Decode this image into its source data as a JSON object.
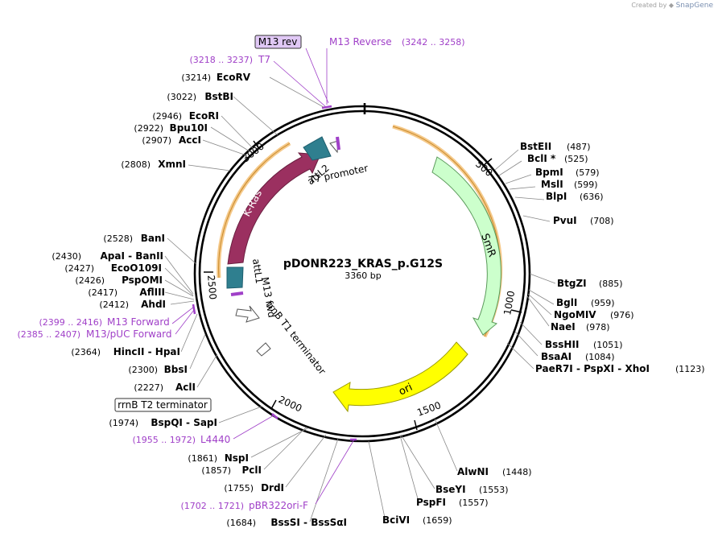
{
  "credit": {
    "prefix": "Created by",
    "brand": "SnapGene"
  },
  "plasmid": {
    "name": "pDONR223_KRAS_p.G12S",
    "length_label": "3360 bp",
    "length": 3360
  },
  "ticks": [
    {
      "bp": 500,
      "label": "500"
    },
    {
      "bp": 1000,
      "label": "1000"
    },
    {
      "bp": 1500,
      "label": "1500"
    },
    {
      "bp": 2000,
      "label": "2000"
    },
    {
      "bp": 2500,
      "label": "2500"
    },
    {
      "bp": 3000,
      "label": "3000"
    }
  ],
  "features": [
    {
      "name": "K-Ras",
      "color": "#9b3060",
      "label": "K-Ras"
    },
    {
      "name": "SmR",
      "color": "#ccffcc",
      "label": "SmR"
    },
    {
      "name": "ori",
      "color": "#ffff00",
      "label": "ori"
    },
    {
      "name": "attL2",
      "color": "#2f7f8f",
      "label": "attL2"
    },
    {
      "name": "attL1",
      "color": "#2f7f8f",
      "label": "attL1"
    },
    {
      "name": "T7 promoter",
      "label": "T7 promoter"
    },
    {
      "name": "M13 fwd",
      "label": "M13 fwd"
    },
    {
      "name": "rrnB T1 terminator",
      "label": "rrnB T1 terminator"
    }
  ],
  "colors": {
    "primer": "#a040c8",
    "orf_highlight": "#f5c98a",
    "site": "#000000"
  },
  "right_sites": [
    {
      "name": "BstEII",
      "pos": "(487)"
    },
    {
      "name": "BclI *",
      "pos": "(525)"
    },
    {
      "name": "BpmI",
      "pos": "(579)"
    },
    {
      "name": "MslI",
      "pos": "(599)"
    },
    {
      "name": "BlpI",
      "pos": "(636)"
    },
    {
      "name": "PvuI",
      "pos": "(708)"
    },
    {
      "name": "BtgZI",
      "pos": "(885)"
    },
    {
      "name": "BglI",
      "pos": "(959)"
    },
    {
      "name": "NgoMIV",
      "pos": "(976)"
    },
    {
      "name": "NaeI",
      "pos": "(978)"
    },
    {
      "name": "BssHII",
      "pos": "(1051)"
    },
    {
      "name": "BsaAI",
      "pos": "(1084)"
    },
    {
      "name": "PaeR7I - PspXI - XhoI",
      "pos": "(1123)"
    }
  ],
  "bottom_sites": [
    {
      "name": "AlwNI",
      "pos": "(1448)"
    },
    {
      "name": "BseYI",
      "pos": "(1553)"
    },
    {
      "name": "PspFI",
      "pos": "(1557)"
    },
    {
      "name": "BciVI",
      "pos": "(1659)"
    }
  ],
  "left_sites": [
    {
      "name": "EcoRV",
      "pos": "(3214)"
    },
    {
      "name": "BstBI",
      "pos": "(3022)"
    },
    {
      "name": "EcoRI",
      "pos": "(2946)"
    },
    {
      "name": "Bpu10I",
      "pos": "(2922)"
    },
    {
      "name": "AccI",
      "pos": "(2907)"
    },
    {
      "name": "XmnI",
      "pos": "(2808)"
    },
    {
      "name": "BanI",
      "pos": "(2528)"
    },
    {
      "name": "ApaI - BanII",
      "pos": "(2430)"
    },
    {
      "name": "EcoO109I",
      "pos": "(2427)"
    },
    {
      "name": "PspOMI",
      "pos": "(2426)"
    },
    {
      "name": "AflIII",
      "pos": "(2417)"
    },
    {
      "name": "AhdI",
      "pos": "(2412)"
    },
    {
      "name": "HincII - HpaI",
      "pos": "(2364)"
    },
    {
      "name": "BbsI",
      "pos": "(2300)"
    },
    {
      "name": "AclI",
      "pos": "(2227)"
    },
    {
      "name": "BspQI - SapI",
      "pos": "(1974)"
    },
    {
      "name": "NspI",
      "pos": "(1861)"
    },
    {
      "name": "PclI",
      "pos": "(1857)"
    },
    {
      "name": "DrdI",
      "pos": "(1755)"
    },
    {
      "name": "BssSI - BssSαI",
      "pos": "(1684)"
    }
  ],
  "primers": [
    {
      "name": "M13 rev",
      "range": ""
    },
    {
      "name": "M13 Reverse",
      "range": "(3242 .. 3258)"
    },
    {
      "name": "T7",
      "range": "(3218 .. 3237)"
    },
    {
      "name": "M13 Forward",
      "range": "(2399 .. 2416)"
    },
    {
      "name": "M13/pUC Forward",
      "range": "(2385 .. 2407)"
    },
    {
      "name": "L4440",
      "range": "(1955 .. 1972)"
    },
    {
      "name": "pBR322ori-F",
      "range": "(1702 .. 1721)"
    }
  ],
  "boxed_feature": {
    "label": "rrnB T2 terminator"
  }
}
